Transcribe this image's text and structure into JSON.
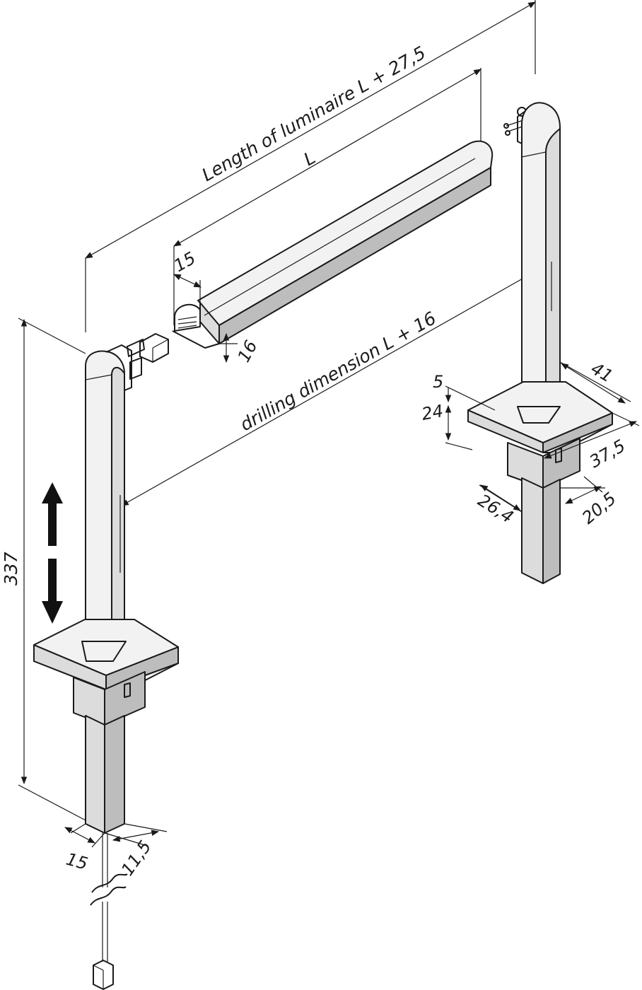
{
  "labels": {
    "length_of_luminaire": "Length of luminaire L + 27,5",
    "length_L": "L",
    "drilling_dimension": "drilling dimension L + 16",
    "height_337": "337",
    "profile_width_15": "15",
    "profile_height_16": "16",
    "post_width_15": "15",
    "post_depth_11_5": "11,5",
    "plate_offset_5": "5",
    "plate_height_24": "24",
    "plate_width_41": "41",
    "plate_depth_37_5": "37,5",
    "housing_width_26_4": "26,4",
    "housing_depth_20_5": "20,5"
  },
  "colors": {
    "line": "#1a1a1a",
    "face_light": "#f2f2f2",
    "face_mid": "#dcdcdc",
    "face_dark": "#bdbdbd",
    "arrow": "#111111"
  },
  "icons": {
    "adjust_arrow": "up-down-arrow-icon",
    "cable_break": "wavy-break-icon",
    "connector": "plug-connector-icon"
  }
}
